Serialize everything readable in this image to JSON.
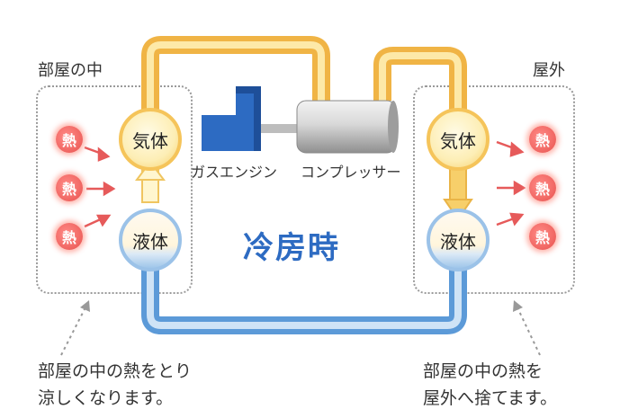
{
  "labels": {
    "indoor_room": "部屋の中",
    "outdoor": "屋外",
    "gas_engine": "ガスエンジン",
    "compressor": "コンプレッサー",
    "mode": "冷房時",
    "gas_left": "気体",
    "liquid_left": "液体",
    "gas_right": "気体",
    "liquid_right": "液体",
    "heat": "熱"
  },
  "captions": {
    "left_line1": "部屋の中の熱をとり",
    "left_line2": "涼しくなります。",
    "right_line1": "部屋の中の熱を",
    "right_line2": "屋外へ捨てます。"
  },
  "colors": {
    "gas_pipe": "#f6c866",
    "liquid_pipe": "#7fb2e5",
    "heat": "#f26a66",
    "engine": "#2d6bc2",
    "mode_text": "#2d6bc2"
  }
}
